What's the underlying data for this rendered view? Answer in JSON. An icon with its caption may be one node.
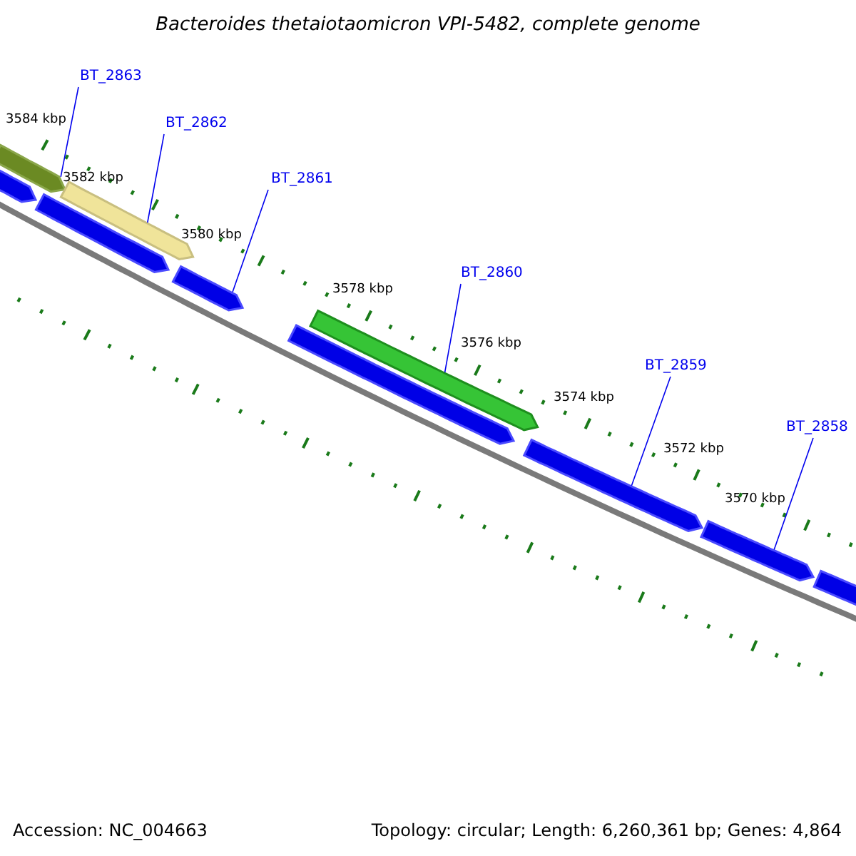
{
  "diagram": {
    "title": "Bacteroides thetaiotaomicron VPI-5482, complete genome",
    "nodes": [
      {
        "text": [
          "BT_2863"
        ]
      },
      {
        "text": [],
        "shape": "bar"
      },
      {
        "text": [],
        "shape": "bar"
      },
      {
        "text": [
          "BT_2862"
        ]
      },
      {
        "text": [],
        "shape": "bar"
      },
      {
        "text": [],
        "shape": "bar"
      },
      {
        "text": [
          "BT_2861"
        ]
      },
      {
        "text": [],
        "shape": "bar"
      },
      {
        "text": [],
        "shape": "bar"
      },
      {
        "text": [
          "BT_2860"
        ]
      },
      {
        "text": [],
        "shape": "bar"
      },
      {
        "text": [
          "BT_2859"
        ]
      },
      {
        "text": [],
        "shape": "bar"
      },
      {
        "text": [
          "BT_2858"
        ]
      },
      {
        "text": [],
        "shape": "bar"
      },
      {
        "text": [],
        "shape": "bar"
      }
    ],
    "edges": [
      {
        "from": 0,
        "to": 1,
        "arrow": "none"
      },
      {
        "from": 3,
        "to": 4,
        "arrow": "none"
      },
      {
        "from": 6,
        "to": 7,
        "arrow": "none"
      },
      {
        "from": 9,
        "to": 10,
        "arrow": "none"
      },
      {
        "from": 11,
        "to": 12,
        "arrow": "none"
      },
      {
        "from": 13,
        "to": 14,
        "arrow": "none"
      }
    ],
    "labels": [
      "3584 kbp",
      "3582 kbp",
      "3580 kbp",
      "3578 kbp",
      "3576 kbp",
      "3574 kbp",
      "3572 kbp",
      "3570 kbp",
      "Accession: NC_004663",
      "Topology: circular; Length: 6,260,361 bp; Genes: 4,864"
    ]
  }
}
